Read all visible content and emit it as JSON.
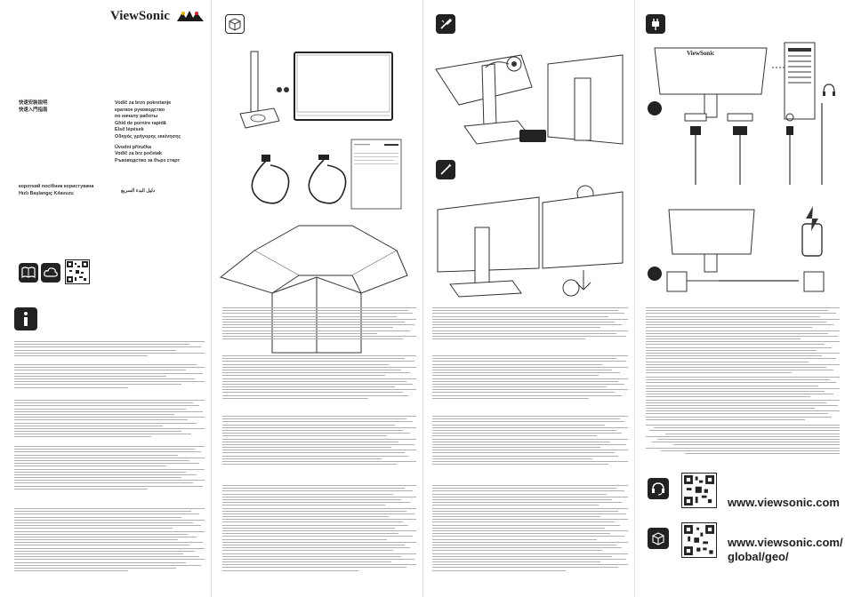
{
  "brand": {
    "name": "ViewSonic"
  },
  "cover": {
    "titles_left": [
      "快速安裝說明",
      "快速入門指南"
    ],
    "titles_center": [
      "Vodič za brzo pokretanje",
      "краткое руководство",
      "по началу работы",
      "Ghid de pornire rapidă",
      "Első lépések",
      "Οδηγός γρήγορης εκκίνησης",
      "Úvodní příručka",
      "Vodič za brz početak",
      "Ръководство за бърз старт"
    ],
    "titles_bottom": [
      "короткий посібник користувача",
      "Hızlı Başlangıç Kılavuzu",
      "دليل البدء السريع"
    ]
  },
  "urls": {
    "primary": "www.viewsonic.com",
    "global_line1": "www.viewsonic.com/",
    "global_line2": "global/geo/"
  },
  "icons": [
    "box-icon",
    "screwdriver-icon",
    "wrench-icon",
    "plug-icon",
    "info-icon",
    "book-icon",
    "cloud-icon",
    "qr-code-icon",
    "support-icon",
    "globe-box-icon"
  ]
}
